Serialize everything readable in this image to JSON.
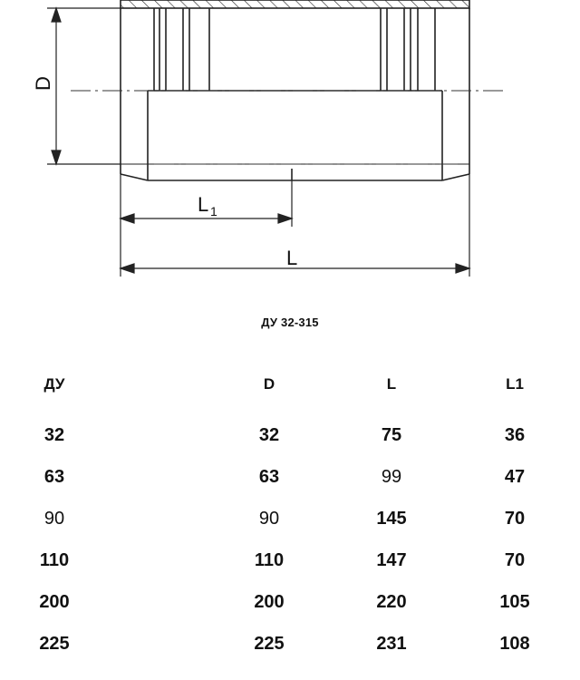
{
  "drawing": {
    "dim_d": "D",
    "dim_l1_main": "L",
    "dim_l1_sub": "1",
    "dim_l": "L"
  },
  "subtitle": "ДУ 32-315",
  "table": {
    "headers": [
      "ДУ",
      "D",
      "L",
      "L1"
    ],
    "rows": [
      [
        {
          "v": "32",
          "bold": true
        },
        {
          "v": "32",
          "bold": true
        },
        {
          "v": "75",
          "bold": true
        },
        {
          "v": "36",
          "bold": true
        }
      ],
      [
        {
          "v": "63",
          "bold": true
        },
        {
          "v": "63",
          "bold": true
        },
        {
          "v": "99",
          "bold": false
        },
        {
          "v": "47",
          "bold": true
        }
      ],
      [
        {
          "v": "90",
          "bold": false
        },
        {
          "v": "90",
          "bold": false
        },
        {
          "v": "145",
          "bold": true
        },
        {
          "v": "70",
          "bold": true
        }
      ],
      [
        {
          "v": "110",
          "bold": true
        },
        {
          "v": "110",
          "bold": true
        },
        {
          "v": "147",
          "bold": true
        },
        {
          "v": "70",
          "bold": true
        }
      ],
      [
        {
          "v": "200",
          "bold": true
        },
        {
          "v": "200",
          "bold": true
        },
        {
          "v": "220",
          "bold": true
        },
        {
          "v": "105",
          "bold": true
        }
      ],
      [
        {
          "v": "225",
          "bold": true
        },
        {
          "v": "225",
          "bold": true
        },
        {
          "v": "231",
          "bold": true
        },
        {
          "v": "108",
          "bold": true
        }
      ]
    ]
  }
}
